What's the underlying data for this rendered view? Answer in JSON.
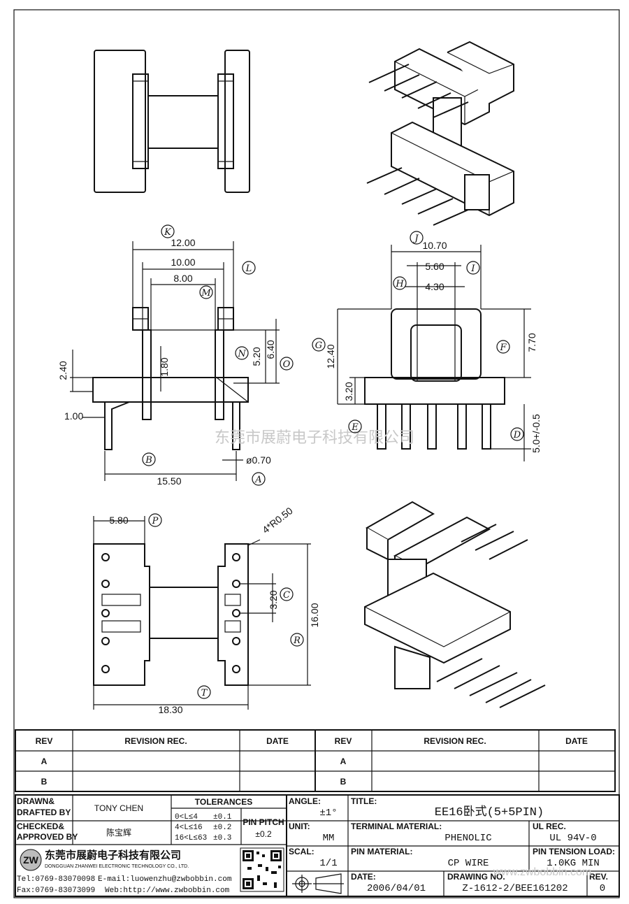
{
  "watermark": "东莞市展蔚电子科技有限公司",
  "dimensions": {
    "K": "K",
    "L": "L",
    "M": "M",
    "N": "N",
    "O": "O",
    "B": "B",
    "A": "A",
    "J": "J",
    "H": "H",
    "I": "I",
    "G": "G",
    "F": "F",
    "E": "E",
    "D": "D",
    "P": "P",
    "C": "C",
    "R": "R",
    "T": "T",
    "d12": "12.00",
    "d10": "10.00",
    "d8": "8.00",
    "d240": "2.40",
    "d180": "1.80",
    "d520": "5.20",
    "d640": "6.40",
    "d100": "1.00",
    "d1550": "15.50",
    "d070": "ø0.70",
    "d1070": "10.70",
    "d560": "5.60",
    "d430": "4.30",
    "d1240": "12.40",
    "d770": "7.70",
    "d320": "3.20",
    "d50": "5.0+/-0.5",
    "d580": "5.80",
    "dR": "4*R0.50",
    "d320b": "3.20",
    "d1600": "16.00",
    "d1830": "18.30"
  },
  "revision": {
    "headers": [
      "REV",
      "REVISION REC.",
      "DATE",
      "REV",
      "REVISION REC.",
      "DATE"
    ],
    "rows": [
      [
        "A",
        "",
        "",
        "A",
        "",
        ""
      ],
      [
        "B",
        "",
        "",
        "B",
        "",
        ""
      ]
    ]
  },
  "title_block": {
    "drawn_label": "DRAWN&\nDRAFTED BY",
    "drawn_label_1": "DRAWN&",
    "drawn_label_2": "DRAFTED BY",
    "drawn_value": "TONY CHEN",
    "checked_label_1": "CHECKED&",
    "checked_label_2": "APPROVED BY",
    "checked_value": "陈宝辉",
    "tolerances_label": "TOLERANCES",
    "tol_rows": [
      {
        "range": "0<L≤4",
        "val": "±0.1"
      },
      {
        "range": "4<L≤16",
        "val": "±0.2"
      },
      {
        "range": "16<L≤63",
        "val": "±0.3"
      }
    ],
    "pin_pitch_label": "PIN PITCH",
    "pin_pitch_value": "±0.2",
    "angle_label": "ANGLE:",
    "angle_value": "±1°",
    "unit_label": "UNIT:",
    "unit_value": "MM",
    "scale_label": "SCAL:",
    "scale_value": "1/1",
    "title_label": "TITLE:",
    "title_value": "EE16卧式(5+5PIN)",
    "terminal_label": "TERMINAL MATERIAL:",
    "terminal_value": "PHENOLIC",
    "ul_label": "UL REC.",
    "ul_value": "UL 94V-0",
    "pin_material_label": "PIN MATERIAL:",
    "pin_material_value": "CP WIRE",
    "tension_label": "PIN TENSION LOAD:",
    "tension_value": "1.0KG MIN",
    "date_label": "DATE:",
    "date_value": "2006/04/01",
    "drawing_label": "DRAWING NO.",
    "drawing_value": "Z-1612-2/BEE161202",
    "rev_label": "REV.",
    "rev_value": "0",
    "company_cn": "东莞市展蔚电子科技有限公司",
    "company_en": "DONGGUAN ZHANWEI ELECTRONIC TECHNOLOGY CO., LTD.",
    "tel": "Tel:0769-83070098",
    "email": "E-mail:luowenzhu@zwbobbin.com",
    "fax": "Fax:0769-83073099",
    "web": "Web:http://www.zwbobbin.com",
    "corner_wm": "www.zwbobbin.com"
  }
}
